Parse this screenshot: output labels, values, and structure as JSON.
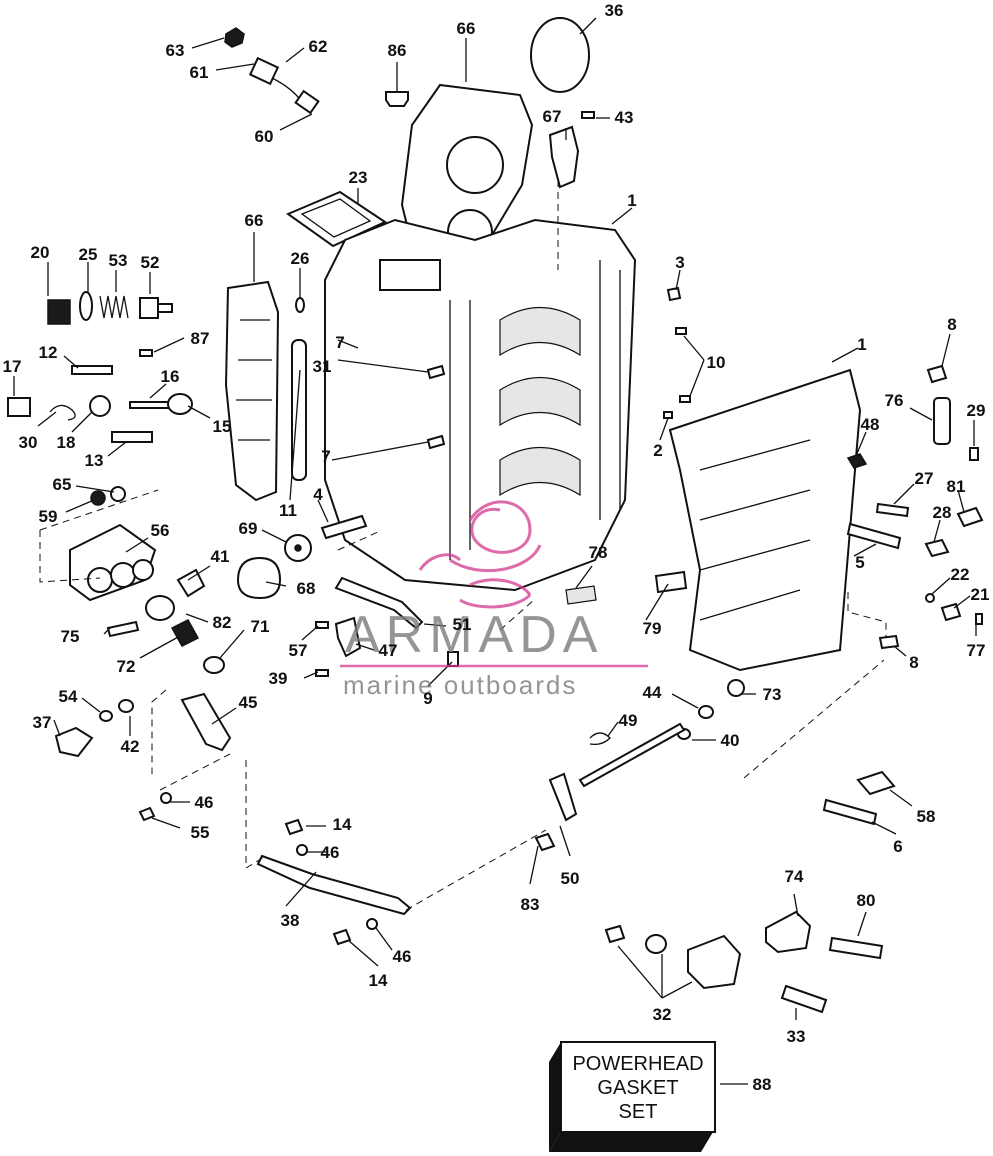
{
  "callouts": [
    "36",
    "66",
    "86",
    "63",
    "62",
    "61",
    "60",
    "67",
    "43",
    "23",
    "1",
    "66",
    "26",
    "3",
    "20",
    "25",
    "53",
    "52",
    "87",
    "12",
    "10",
    "1",
    "8",
    "17",
    "16",
    "31",
    "7",
    "76",
    "29",
    "30",
    "18",
    "15",
    "2",
    "48",
    "13",
    "7",
    "27",
    "81",
    "65",
    "59",
    "11",
    "4",
    "28",
    "56",
    "69",
    "78",
    "5",
    "22",
    "41",
    "68",
    "21",
    "75",
    "82",
    "71",
    "51",
    "57",
    "47",
    "79",
    "77",
    "8",
    "72",
    "39",
    "9",
    "44",
    "73",
    "54",
    "45",
    "37",
    "42",
    "49",
    "40",
    "46",
    "55",
    "14",
    "58",
    "46",
    "6",
    "50",
    "83",
    "38",
    "74",
    "80",
    "46",
    "14",
    "32",
    "33",
    "88"
  ],
  "gasket_box": {
    "lines": [
      "POWERHEAD",
      "GASKET",
      "SET"
    ]
  },
  "watermark": {
    "brand": "ARMADA",
    "tagline": "marine outboards",
    "color": "#d23a8c"
  }
}
